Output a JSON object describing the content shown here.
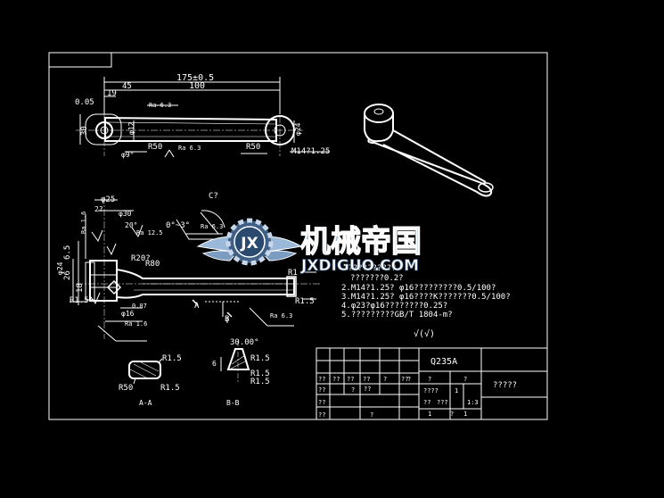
{
  "drawing": {
    "top_view": {
      "dim_overall": "175±0.5",
      "dim_center": "100",
      "dim_45": "45",
      "dim_19": "19",
      "dim_tol": "0.05",
      "dim_30": "30",
      "dim_phi12": "φ12",
      "dim_r50a": "R50",
      "dim_r50b": "R50",
      "dim_thread": "M14?1.25",
      "dim_phi24": "φ24",
      "rough_a": "Ra 6.3",
      "rough_b": "Ra 6.3",
      "dim_phi9": "φ9°"
    },
    "front_view": {
      "dim_phi25": "φ25",
      "dim_phi30": "φ30",
      "dim_h7": "2?",
      "dim_20deg": "20°",
      "dim_angle": "0°~3°",
      "dim_c": "C?",
      "dim_r20": "R20?",
      "dim_r80": "R80",
      "dim_65": "6.5",
      "dim_26": "26",
      "dim_phi24": "φ24",
      "dim_18": "18",
      "dim_r15a": "R1.5",
      "dim_r15b": "R1.5",
      "dim_r1": "R1",
      "dim_phi16": "φ16",
      "dim_0_07": "0.07",
      "sec_a": "A",
      "sec_b": "B",
      "rough_c": "Ra 12.5",
      "rough_d": "Ra 6.3",
      "rough_e": "Ra 1.6",
      "rough_f": "Ra 6.3",
      "rough_g": "Ra 1.6"
    },
    "notes": [
      "???????????",
      "???????0.2?",
      "2.M14?1.25? φ16?????????0.5/100?",
      "3.M14?1.25? φ16????K???????0.5/100?",
      "4.φ23?φ16????????0.25?",
      "5.?????????GB/T 1804-m?"
    ],
    "roughness_general": "√(√)",
    "section_aa": {
      "r15_top": "R1.5",
      "r50": "R50",
      "r15_bottom": "R1.5",
      "label": "A-A"
    },
    "section_bb": {
      "angle": "30.00°",
      "r15_a": "R1.5",
      "r15_b": "R1.5",
      "r15_c": "R1.5",
      "dim_6": "6",
      "label": "B-B"
    },
    "title_block": {
      "material": "Q235A",
      "part_name": "?????",
      "c1": "??",
      "c2": "??",
      "c3": "??",
      "c4": "??",
      "c5": "?",
      "c6": "??",
      "c7": "??",
      "c8": "?",
      "c9": "?",
      "c10": "????",
      "c11": "1",
      "c12": "??",
      "c13": "??",
      "c14": "??",
      "c15": "?",
      "c16": "??",
      "c17": "???",
      "c18": "1:3",
      "c19": "1",
      "c20": "?",
      "c21": "1",
      "c22": "?",
      "c23": "?"
    },
    "watermark": {
      "cn": "机械帝国",
      "en": "JXDIGUO.COM",
      "logo": "JX"
    }
  }
}
